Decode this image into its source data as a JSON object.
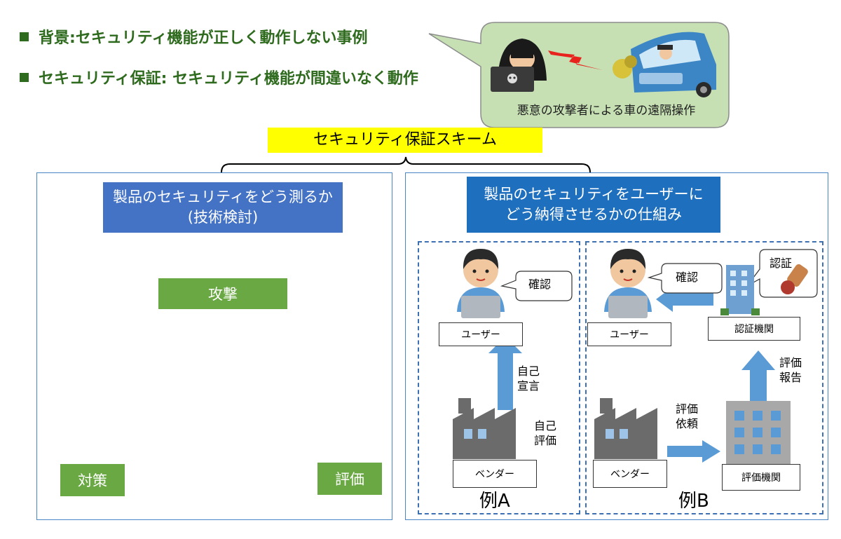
{
  "bullets": [
    "背景:セキュリティ機能が正しく動作しない事例",
    "セキュリティ保証: セキュリティ機能が間違いなく動作"
  ],
  "callout_caption": "悪意の攻撃者による車の遠隔操作",
  "scheme_title": "セキュリティ保証スキーム",
  "left_panel": {
    "header_line1": "製品のセキュリティをどう測るか",
    "header_line2": "(技術検討)",
    "top_label": "攻撃",
    "left_label": "対策",
    "right_label": "評価"
  },
  "right_panel": {
    "header_line1": "製品のセキュリティをユーザーに",
    "header_line2": "どう納得させるかの仕組み",
    "example_a": {
      "user_box": "ユーザー",
      "vendor_box": "ベンダー",
      "confirm_bubble": "確認",
      "self_declare": [
        "自己",
        "宣言"
      ],
      "self_eval": [
        "自己",
        "評価"
      ],
      "label": "例A"
    },
    "example_b": {
      "user_box": "ユーザー",
      "vendor_box": "ベンダー",
      "confirm_bubble": "確認",
      "cert_bubble": "認証",
      "cert_org_box": "認証機関",
      "eval_org_box": "評価機関",
      "eval_request": [
        "評価",
        "依頼"
      ],
      "eval_report": [
        "評価",
        "報告"
      ],
      "label": "例B"
    }
  },
  "colors": {
    "bullet_green": "#2f6b1e",
    "callout_fill": "#c6e0b4",
    "panel_border": "#4a86c6",
    "left_header": "#4472c4",
    "right_header": "#1f6fbf",
    "triangle": "#4472c4",
    "label_green": "#6aa843",
    "arrow_blue": "#5b9bd5",
    "highlight": "#ffff00"
  },
  "icons": [
    "hacker-icon",
    "lightning-icon",
    "car-icon",
    "person-icon",
    "laptop-icon",
    "factory-icon",
    "building-icon",
    "stamp-icon"
  ]
}
